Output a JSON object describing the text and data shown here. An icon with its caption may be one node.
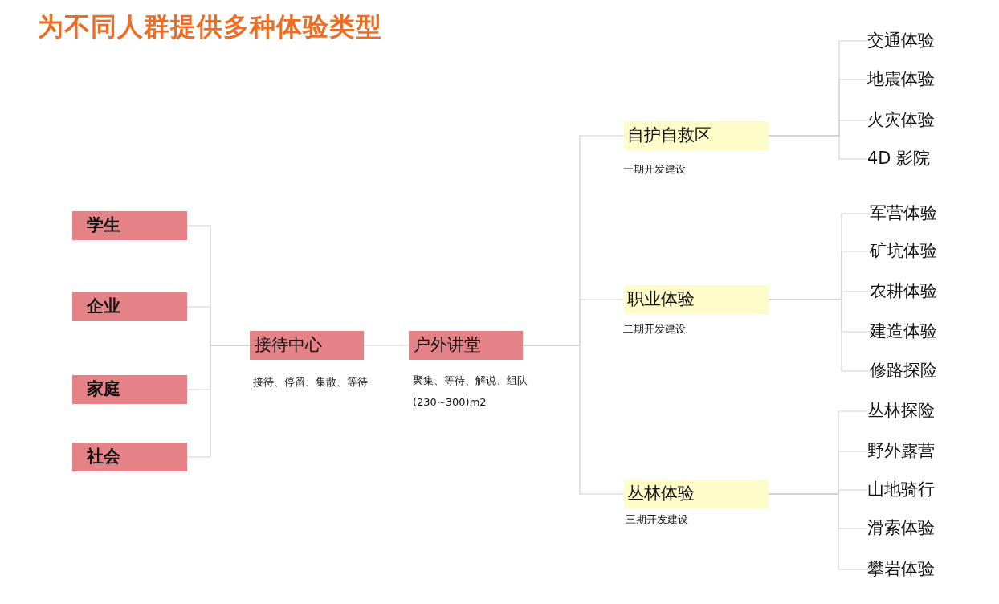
{
  "diagram": {
    "title": "为不同人群提供多种体验类型",
    "nodes": [
      {
        "text": [
          "学生"
        ]
      },
      {
        "text": [
          "企业"
        ]
      },
      {
        "text": [
          "家庭"
        ]
      },
      {
        "text": [
          "社会"
        ]
      },
      {
        "text": [
          "接待中心"
        ],
        "beside": [
          "接待、停留、集散、等待"
        ]
      },
      {
        "text": [
          "户外讲堂"
        ],
        "beside": [
          "聚集、等待、解说、组队",
          "(230~300)m2"
        ]
      },
      {
        "text": [
          "自护自救区"
        ],
        "beside": [
          "一期开发建设"
        ]
      },
      {
        "text": [
          "职业体验"
        ],
        "beside": [
          "二期开发建设"
        ]
      },
      {
        "text": [
          "丛林体验"
        ],
        "beside": [
          "三期开发建设"
        ]
      },
      {
        "text": [
          "交通体验"
        ]
      },
      {
        "text": [
          "地震体验"
        ]
      },
      {
        "text": [
          "火灾体验"
        ]
      },
      {
        "text": [
          "4D 影院"
        ]
      },
      {
        "text": [
          "军营体验"
        ]
      },
      {
        "text": [
          "矿坑体验"
        ]
      },
      {
        "text": [
          "农耕体验"
        ]
      },
      {
        "text": [
          "建造体验"
        ]
      },
      {
        "text": [
          "修路探险"
        ]
      },
      {
        "text": [
          "丛林探险"
        ]
      },
      {
        "text": [
          "野外露营"
        ]
      },
      {
        "text": [
          "山地骑行"
        ]
      },
      {
        "text": [
          "滑索体验"
        ]
      },
      {
        "text": [
          "攀岩体验"
        ]
      }
    ],
    "edges": [
      {
        "from": 0,
        "to": 4,
        "arrow": "none"
      },
      {
        "from": 1,
        "to": 4,
        "arrow": "none"
      },
      {
        "from": 2,
        "to": 4,
        "arrow": "none"
      },
      {
        "from": 3,
        "to": 4,
        "arrow": "none"
      },
      {
        "from": 4,
        "to": 5,
        "arrow": "none"
      },
      {
        "from": 5,
        "to": 6,
        "arrow": "none"
      },
      {
        "from": 5,
        "to": 7,
        "arrow": "none"
      },
      {
        "from": 5,
        "to": 8,
        "arrow": "none"
      },
      {
        "from": 6,
        "to": 9,
        "arrow": "none"
      },
      {
        "from": 6,
        "to": 10,
        "arrow": "none"
      },
      {
        "from": 6,
        "to": 11,
        "arrow": "none"
      },
      {
        "from": 6,
        "to": 12,
        "arrow": "none"
      },
      {
        "from": 7,
        "to": 13,
        "arrow": "none"
      },
      {
        "from": 7,
        "to": 14,
        "arrow": "none"
      },
      {
        "from": 7,
        "to": 15,
        "arrow": "none"
      },
      {
        "from": 7,
        "to": 16,
        "arrow": "none"
      },
      {
        "from": 7,
        "to": 17,
        "arrow": "none"
      },
      {
        "from": 8,
        "to": 18,
        "arrow": "none"
      },
      {
        "from": 8,
        "to": 19,
        "arrow": "none"
      },
      {
        "from": 8,
        "to": 20,
        "arrow": "none"
      },
      {
        "from": 8,
        "to": 21,
        "arrow": "none"
      },
      {
        "from": 8,
        "to": 22,
        "arrow": "none"
      }
    ]
  }
}
